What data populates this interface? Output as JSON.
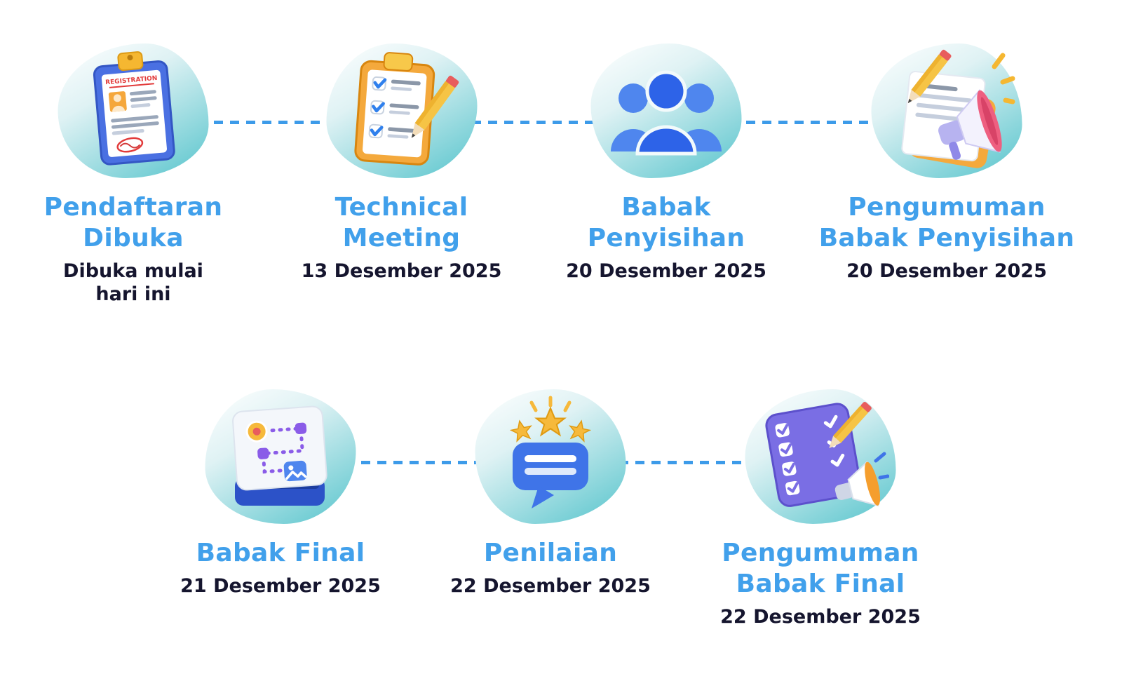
{
  "colors": {
    "title_blue": "#41a0eb",
    "date_dark": "#15152e",
    "connector_blue": "#3d9be9",
    "blob_light": "#dff2f4",
    "blob_teal": "#56c4cc"
  },
  "icons": {
    "registration_label": "REGISTRATION"
  },
  "timeline": {
    "row1": [
      {
        "icon": "registration-clipboard-icon",
        "title": "Pendaftaran\nDibuka",
        "caption": "Dibuka mulai\nhari ini"
      },
      {
        "icon": "checklist-pencil-icon",
        "title": "Technical\nMeeting",
        "caption": "13 Desember 2025"
      },
      {
        "icon": "people-group-icon",
        "title": "Babak\nPenyisihan",
        "caption": "20 Desember 2025"
      },
      {
        "icon": "megaphone-paper-icon",
        "title": "Pengumuman\nBabak Penyisihan",
        "caption": "20 Desember 2025"
      }
    ],
    "row2": [
      {
        "icon": "strategy-board-icon",
        "title": "Babak Final",
        "caption": "21 Desember 2025"
      },
      {
        "icon": "rating-bubble-icon",
        "title": "Penilaian",
        "caption": "22 Desember 2025"
      },
      {
        "icon": "megaphone-checklist-icon",
        "title": "Pengumuman\nBabak Final",
        "caption": "22 Desember 2025"
      }
    ]
  }
}
